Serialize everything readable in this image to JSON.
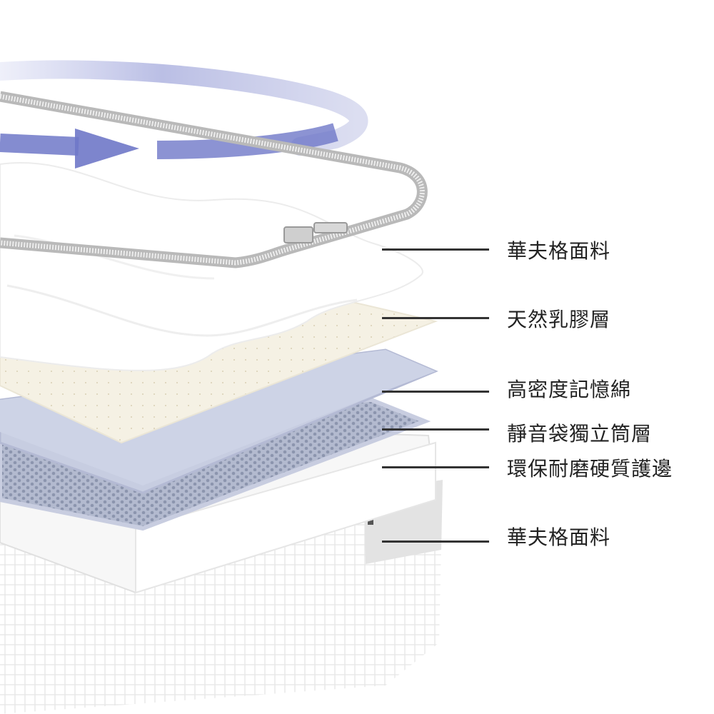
{
  "layers": [
    {
      "label": "華夫格面料",
      "part": "top-fabric"
    },
    {
      "label": "天然乳膠層",
      "part": "latex"
    },
    {
      "label": "高密度記憶綿",
      "part": "memory-foam"
    },
    {
      "label": "靜音袋獨立筒層",
      "part": "pocket-springs"
    },
    {
      "label": "環保耐磨硬質護邊",
      "part": "edge-support"
    },
    {
      "label": "華夫格面料",
      "part": "bottom-fabric"
    }
  ],
  "colors": {
    "arrow": "#6f78c8",
    "zipper": "#b9b9b9",
    "latex": "#f5f1e4",
    "foam": "#c7cde1",
    "springs": "#9ea7bf",
    "leader": "#333333",
    "text": "#222222"
  }
}
